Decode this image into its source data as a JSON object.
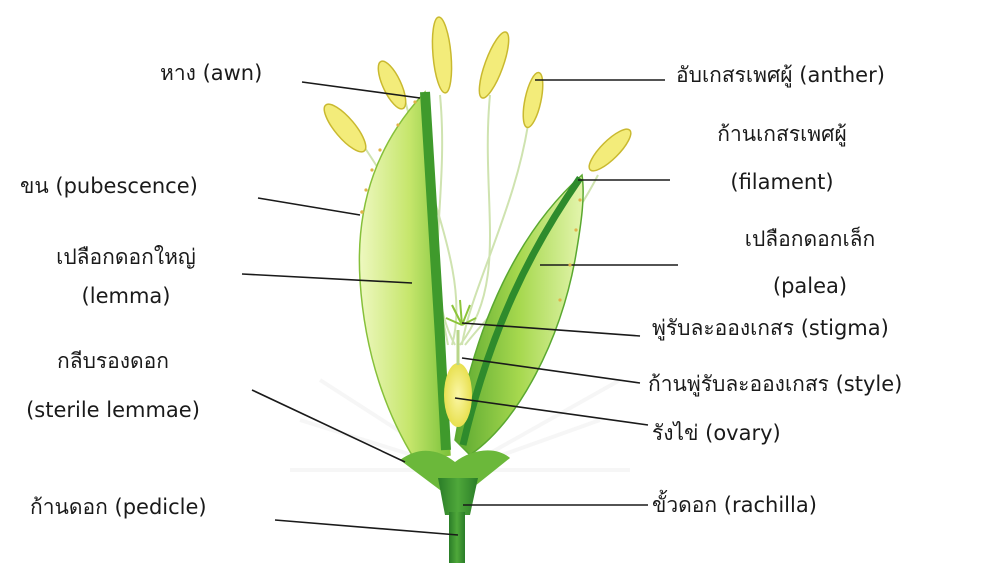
{
  "labels": {
    "awn": "หาง (awn)",
    "pubescence": "ขน (pubescence)",
    "lemma_th": "เปลือกดอกใหญ่",
    "lemma_en": "(lemma)",
    "sterile_th": "กลีบรองดอก",
    "sterile_en": "(sterile lemmae)",
    "pedicle": "ก้านดอก (pedicle)",
    "anther": "อับเกสรเพศผู้ (anther)",
    "filament_th": "ก้านเกสรเพศผู้",
    "filament_en": "(filament)",
    "palea_th": "เปลือกดอกเล็ก",
    "palea_en": "(palea)",
    "stigma": "พู่รับละอองเกสร (stigma)",
    "style": "ก้านพู่รับละอองเกสร (style)",
    "ovary": "รังไข่ (ovary)",
    "rachilla": "ขั้วดอก (rachilla)"
  },
  "drawing": {
    "subject": "rice-flower-spikelet",
    "parts": [
      "lemma",
      "palea",
      "anthers",
      "filaments",
      "stigma",
      "style",
      "ovary",
      "pedicle",
      "rachilla",
      "sterile-lemmae",
      "awn",
      "pubescence"
    ]
  },
  "colors": {
    "leaf_light": "#e2f4a8",
    "leaf_mid": "#a9d94a",
    "leaf_dark": "#3f9a2c",
    "stem": "#2e8b2c",
    "anther": "#f3ec7a",
    "anther_edge": "#c9b92f",
    "filament": "#cfe3b0",
    "ovary": "#f6f07a",
    "leader_line": "#1a1a1a"
  }
}
